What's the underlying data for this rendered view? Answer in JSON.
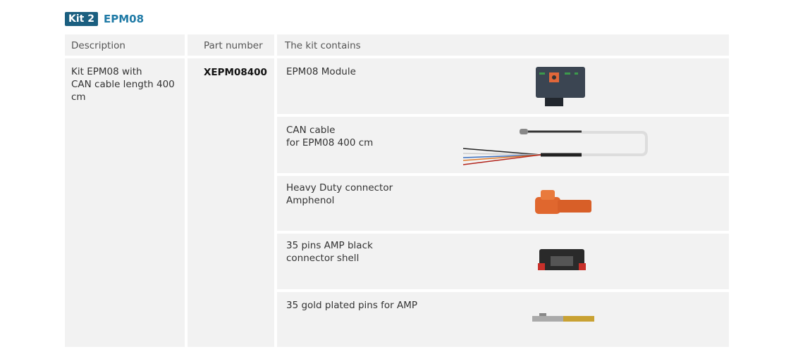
{
  "title": {
    "badge": "Kit 2",
    "name": "EPM08"
  },
  "headers": {
    "description": "Description",
    "part_number": "Part number",
    "contents": "The kit contains"
  },
  "row": {
    "description_lines": [
      "Kit EPM08 with",
      "CAN cable length 400 cm"
    ],
    "part_number": "XEPM08400",
    "items": [
      {
        "lines": [
          "EPM08 Module"
        ],
        "icon": "module-image"
      },
      {
        "lines": [
          "CAN cable",
          "for EPM08 400 cm"
        ],
        "icon": "cable-image"
      },
      {
        "lines": [
          "Heavy Duty connector",
          "Amphenol"
        ],
        "icon": "connector-image"
      },
      {
        "lines": [
          "35 pins AMP black",
          "connector shell"
        ],
        "icon": "shell-image"
      },
      {
        "lines": [
          "35 gold plated pins for AMP"
        ],
        "icon": "pin-image"
      }
    ]
  }
}
